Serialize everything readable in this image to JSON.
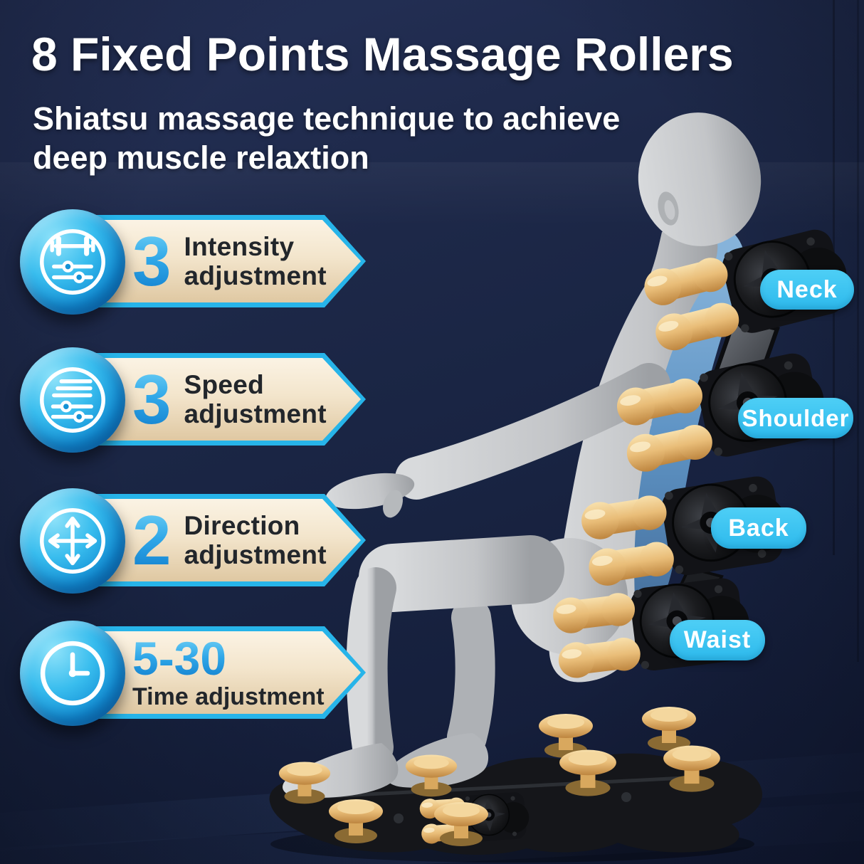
{
  "title": "8 Fixed Points Massage Rollers",
  "subtitle_line1": "Shiatsu massage technique to achieve",
  "subtitle_line2": "deep muscle relaxtion",
  "features": [
    {
      "icon": "intensity-sliders-icon",
      "value": "3",
      "label_line1": "Intensity",
      "label_line2": "adjustment"
    },
    {
      "icon": "speed-sliders-icon",
      "value": "3",
      "label_line1": "Speed",
      "label_line2": "adjustment"
    },
    {
      "icon": "direction-arrows-icon",
      "value": "2",
      "label_line1": "Direction",
      "label_line2": "adjustment"
    },
    {
      "icon": "clock-icon",
      "value": "5-30",
      "label_line1": "Time adjustment",
      "label_line2": ""
    }
  ],
  "body_labels": [
    {
      "text": "Neck"
    },
    {
      "text": "Shoulder"
    },
    {
      "text": "Back"
    },
    {
      "text": "Waist"
    }
  ],
  "colors": {
    "background_navy": "#1d2848",
    "accent_cyan": "#27b4e9",
    "pill_cyan": "#35c3ef",
    "banner_cream": "#f3e5cc",
    "number_blue": "#2aa3e2",
    "roller_gold": "#e9bd78",
    "backrest_blue": "#5e93c4",
    "text_white": "#ffffff",
    "label_dark": "#22262b"
  }
}
